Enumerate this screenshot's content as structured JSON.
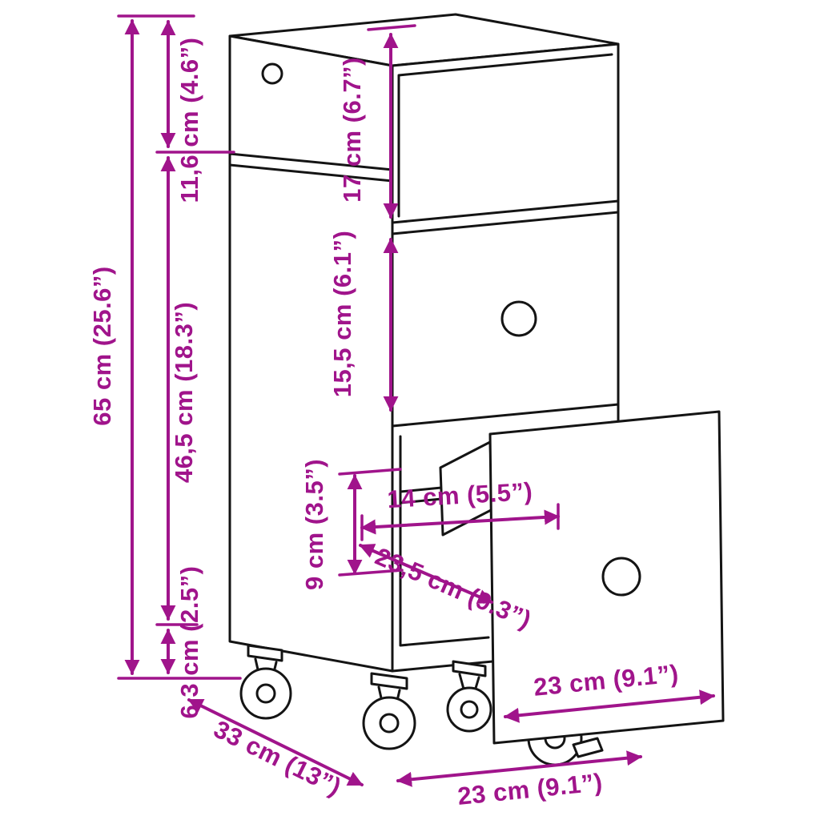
{
  "colors": {
    "artwork": "#141414",
    "dimension": "#A0148B",
    "background": "#FFFFFF"
  },
  "dimensions": {
    "overall_height": "65 cm (25.6”)",
    "top_section_height": "11,6 cm (4.6”)",
    "lower_section_height": "46,5 cm (18.3”)",
    "caster_height": "6,3 cm (2.5”)",
    "top_compartment_height": "17 cm (6.7”)",
    "drawer_front_height": "15,5 cm (6.1”)",
    "bay_opening_height": "9 cm (3.5”)",
    "bay_opening_width": "14 cm (5.5”)",
    "drawer_depth_diagonal": "23,5 cm (9.3”)",
    "depth": "33 cm (13”)",
    "pulled_drawer_width": "23 cm (9.1”)",
    "overall_width": "23 cm (9.1”)"
  }
}
